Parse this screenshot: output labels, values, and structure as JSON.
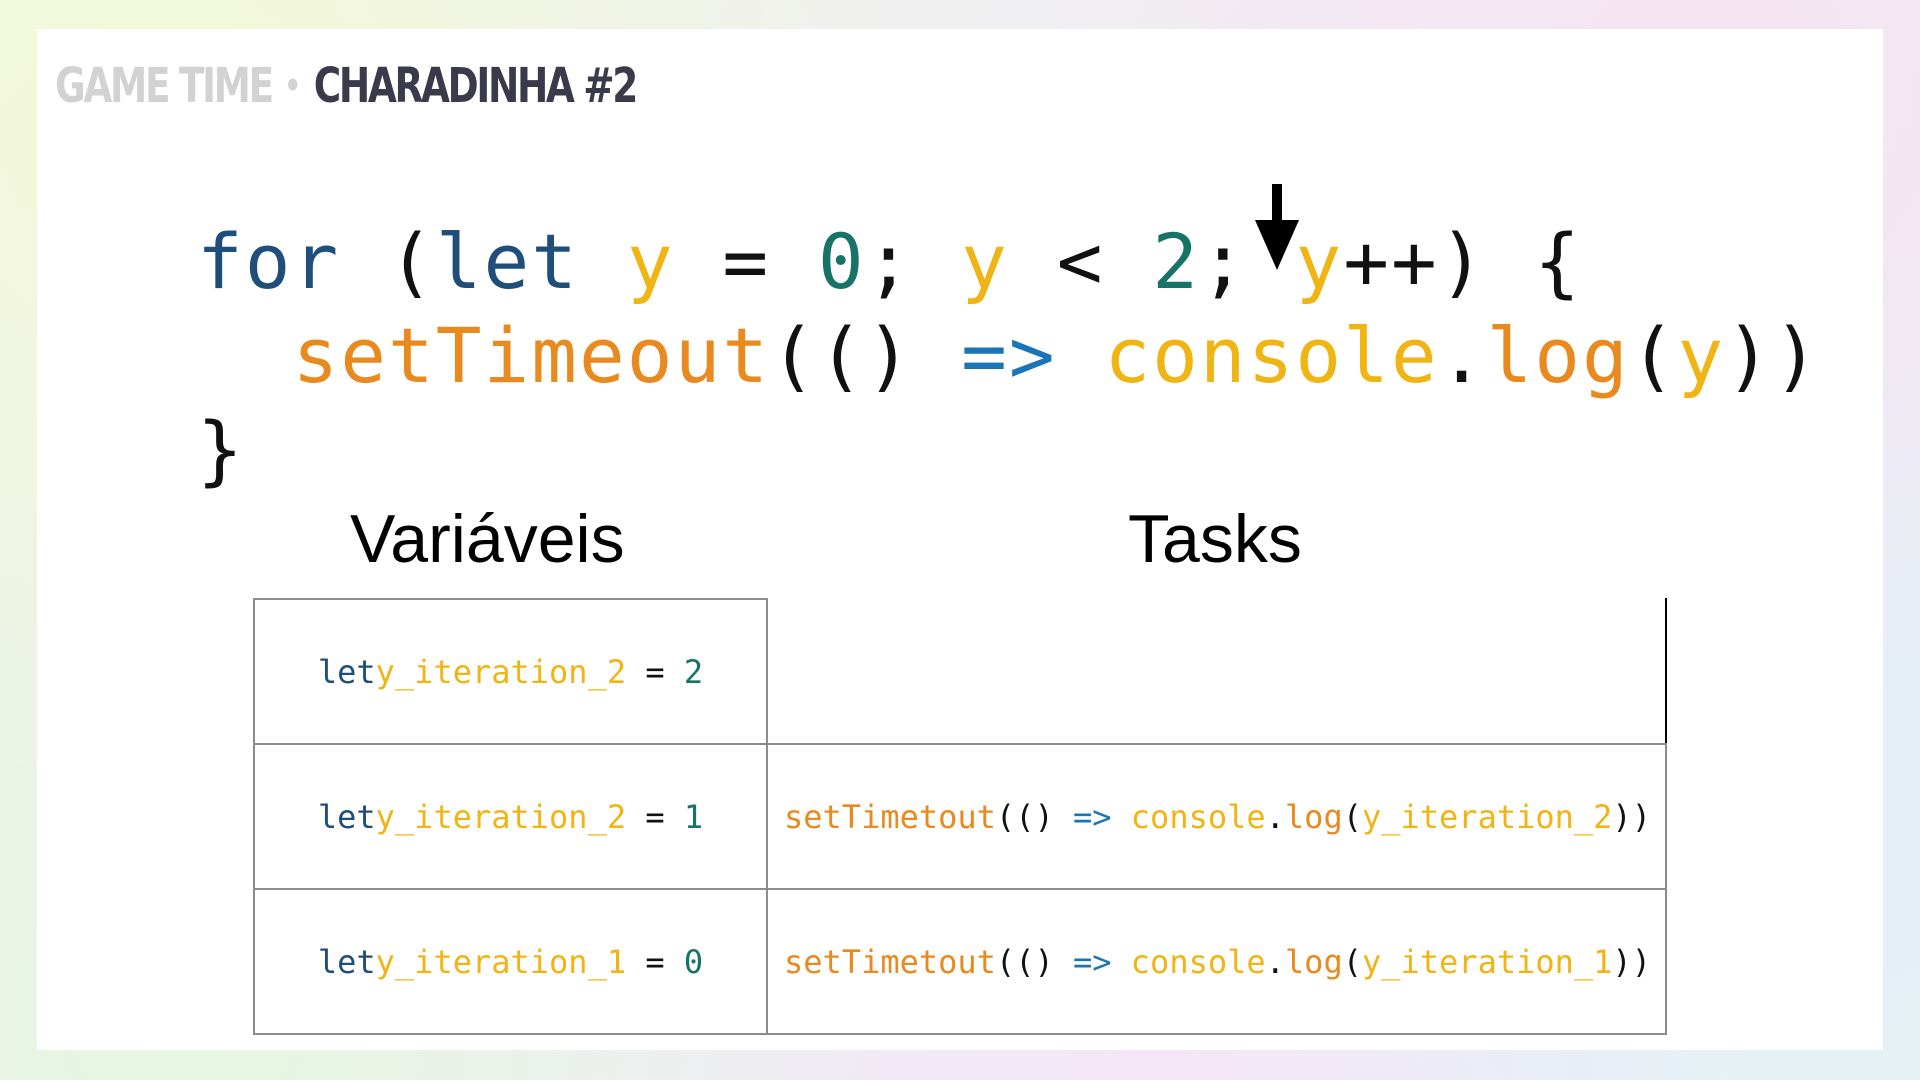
{
  "header": {
    "section": "GAME TIME",
    "separator": "•",
    "title": "CHARADINHA #2"
  },
  "code": {
    "line1": {
      "for": "for",
      "open": " (",
      "let": "let",
      "y1": "y",
      "eq": " = ",
      "zero": "0",
      "semi1": "; ",
      "y2": "y",
      "lt": " < ",
      "two": "2",
      "semi2": "; ",
      "y3": "y",
      "inc": "++) {"
    },
    "line2": {
      "indent": "  ",
      "fn": "setTimeout",
      "paren": "(() ",
      "arrow": "=>",
      "space": " ",
      "obj": "console",
      "dot": ".",
      "method": "log",
      "open": "(",
      "arg": "y",
      "close": "))"
    },
    "line3": "}"
  },
  "indicator": {
    "icon": "down-arrow-icon",
    "points_to": "++"
  },
  "labels": {
    "variables": "Variáveis",
    "tasks": "Tasks"
  },
  "table": {
    "variables": [
      {
        "kw": "let",
        "name": "y_iteration_2",
        "op": " = ",
        "value": "2"
      },
      {
        "kw": "let",
        "name": "y_iteration_2",
        "op": " = ",
        "value": "1"
      },
      {
        "kw": "let",
        "name": "y_iteration_1",
        "op": " = ",
        "value": "0"
      }
    ],
    "tasks": [
      null,
      {
        "fn": "setTimetout",
        "paren": "(() ",
        "arrow": "=>",
        "space": " ",
        "obj": "console",
        "dot": ".",
        "method": "log",
        "open": "(",
        "arg": "y_iteration_2",
        "close": "))"
      },
      {
        "fn": "setTimetout",
        "paren": "(() ",
        "arrow": "=>",
        "space": " ",
        "obj": "console",
        "dot": ".",
        "method": "log",
        "open": "(",
        "arg": "y_iteration_1",
        "close": "))"
      }
    ]
  },
  "colors": {
    "keyword": "#1f4e7a",
    "variable": "#f0b415",
    "number": "#177368",
    "function": "#e88a1f",
    "arrow": "#1b74b8",
    "header_muted": "#d2d2d2",
    "header_title": "#3a3a4a"
  }
}
